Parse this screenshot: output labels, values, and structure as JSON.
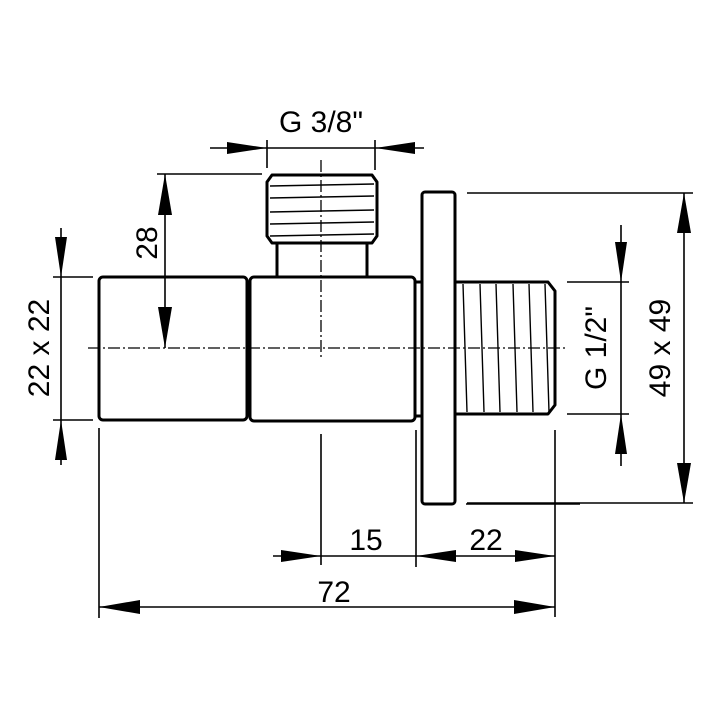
{
  "drawing": {
    "title": "Angle valve dimensional drawing",
    "line_color": "#000000",
    "background_color": "#ffffff",
    "units": "mm"
  },
  "dimensions": {
    "top_thread": "G 3/8\"",
    "height_to_center": "28",
    "cap_size": "22 x 22",
    "outlet_thread": "G 1/2\"",
    "flange_size": "49 x 49",
    "center_to_wall": "15",
    "outlet_length": "22",
    "overall_length": "72"
  }
}
